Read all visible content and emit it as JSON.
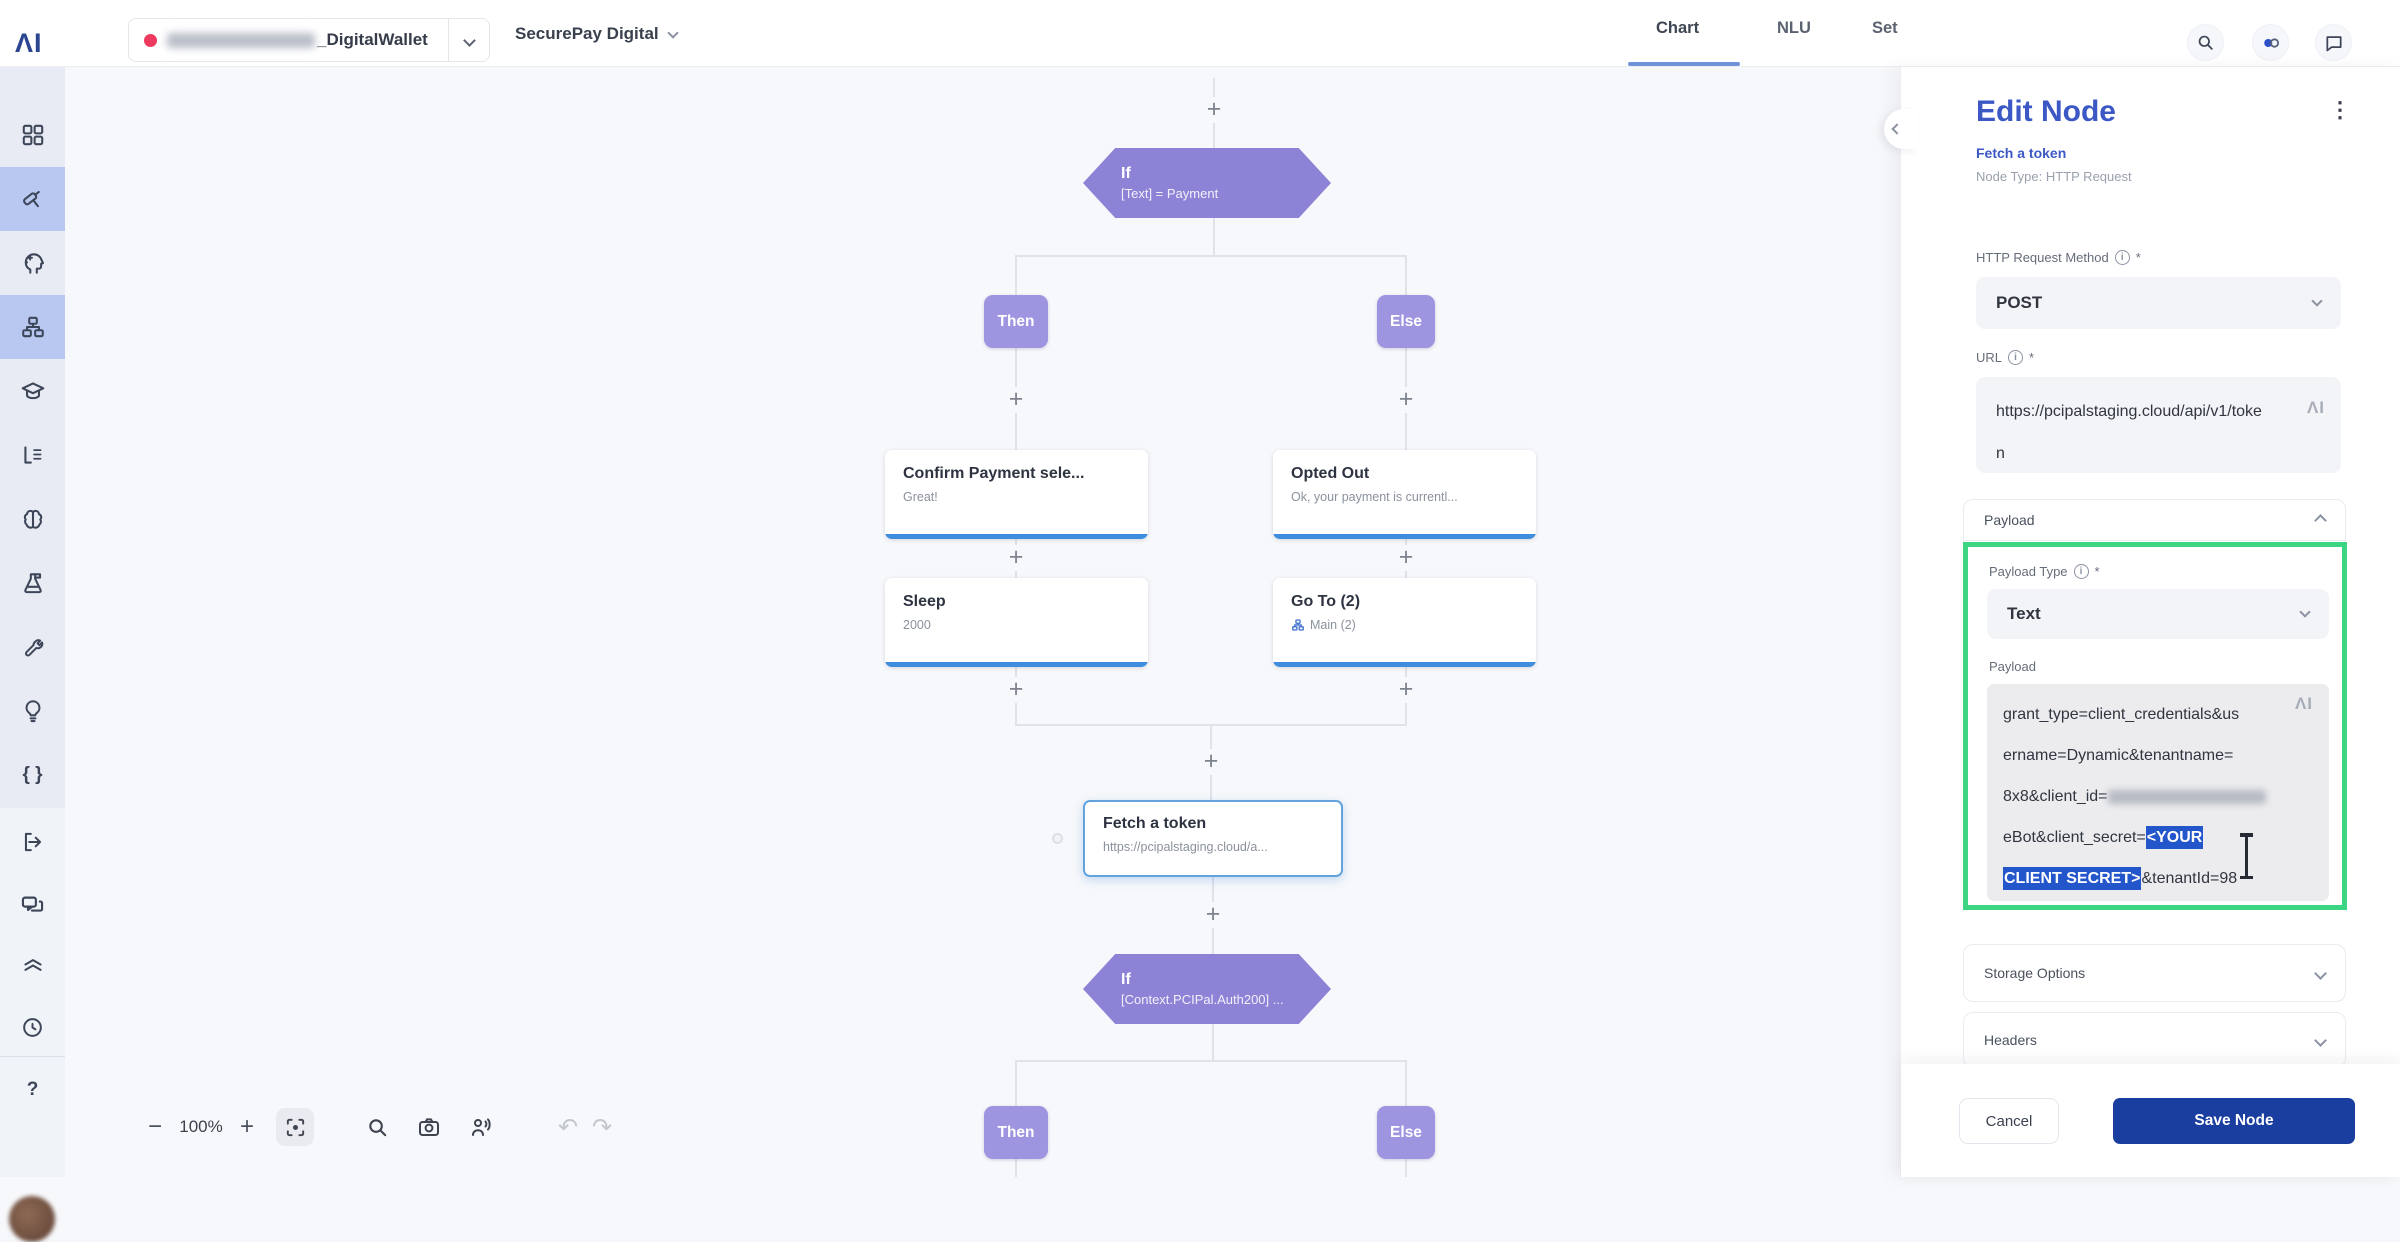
{
  "topbar": {
    "logo": "ΛI",
    "flow_name_visible": "_DigitalWallet",
    "workspace": "SecurePay Digital",
    "tabs": [
      {
        "label": "Chart",
        "active": true
      },
      {
        "label": "NLU",
        "active": false
      },
      {
        "label": "Set",
        "active": false
      }
    ]
  },
  "sidebar": {
    "items": [
      {
        "name": "dashboard",
        "icon": "grid-icon",
        "active": false
      },
      {
        "name": "design",
        "icon": "roller-icon",
        "active": true
      },
      {
        "name": "ai-assistant",
        "icon": "head-icon",
        "active": false
      },
      {
        "name": "flows",
        "icon": "org-icon",
        "active": true
      },
      {
        "name": "training",
        "icon": "cap-icon",
        "active": false
      },
      {
        "name": "logs",
        "icon": "list-icon",
        "active": false
      },
      {
        "name": "knowledge",
        "icon": "brain-icon",
        "active": false
      },
      {
        "name": "testing",
        "icon": "flask-icon",
        "active": false
      },
      {
        "name": "tools",
        "icon": "wrench-icon",
        "active": false
      },
      {
        "name": "insights",
        "icon": "bulb-icon",
        "active": false
      },
      {
        "name": "code",
        "icon": "braces-icon",
        "active": false
      },
      {
        "name": "export",
        "icon": "logout-icon",
        "active": false
      },
      {
        "name": "conversations",
        "icon": "chat-icon",
        "active": false
      },
      {
        "name": "layers",
        "icon": "chevrons-icon",
        "active": false
      },
      {
        "name": "history",
        "icon": "clock-icon",
        "active": false
      },
      {
        "name": "help",
        "icon": "question-icon",
        "active": false
      }
    ]
  },
  "canvas": {
    "nodes": {
      "if_top": {
        "title": "If",
        "condition": "[Text] = Payment"
      },
      "then_top": "Then",
      "else_top": "Else",
      "confirm_payment": {
        "title": "Confirm Payment sele...",
        "subtitle": "Great!"
      },
      "opted_out": {
        "title": "Opted Out",
        "subtitle": "Ok, your payment is currentl..."
      },
      "sleep": {
        "title": "Sleep",
        "subtitle": "2000"
      },
      "go_to": {
        "title": "Go To (2)",
        "subtitle": "Main (2)"
      },
      "fetch_token": {
        "title": "Fetch a token",
        "subtitle": "https://pcipalstaging.cloud/a..."
      },
      "if_bottom": {
        "title": "If",
        "condition": "[Context.PCIPal.Auth200] ..."
      },
      "then_bottom": "Then",
      "else_bottom": "Else"
    }
  },
  "toolbar": {
    "zoom_out": "−",
    "zoom_level": "100%",
    "zoom_in": "+",
    "undo": "↶",
    "redo": "↷"
  },
  "panel": {
    "title": "Edit Node",
    "kebab": "⋮",
    "node_name": "Fetch a token",
    "node_type": "Node Type: HTTP Request",
    "required_mark": "*",
    "info_glyph": "i",
    "method_label": "HTTP Request Method",
    "method_value": "POST",
    "url_label": "URL",
    "url_lines": [
      "https://pcipalstaging.cloud/api/v1/toke",
      "n"
    ],
    "watermark": "ΛI",
    "sections": {
      "payload": "Payload",
      "storage": "Storage Options",
      "headers": "Headers"
    },
    "payload_type_label": "Payload Type",
    "payload_type_value": "Text",
    "payload_label": "Payload",
    "payload_lines": [
      [
        {
          "t": "grant_type=client_credentials&us"
        }
      ],
      [
        {
          "t": "ername=Dynamic&tenantname="
        }
      ],
      [
        {
          "t": "8x8&client_id="
        },
        {
          "blur": true
        }
      ],
      [
        {
          "t": "eBot&client_secret="
        },
        {
          "t": "<YOUR",
          "sel": true
        }
      ],
      [
        {
          "t": "CLIENT SECRET>",
          "sel": true
        },
        {
          "t": "&tenantId=98"
        }
      ]
    ],
    "cancel": "Cancel",
    "save": "Save Node"
  }
}
